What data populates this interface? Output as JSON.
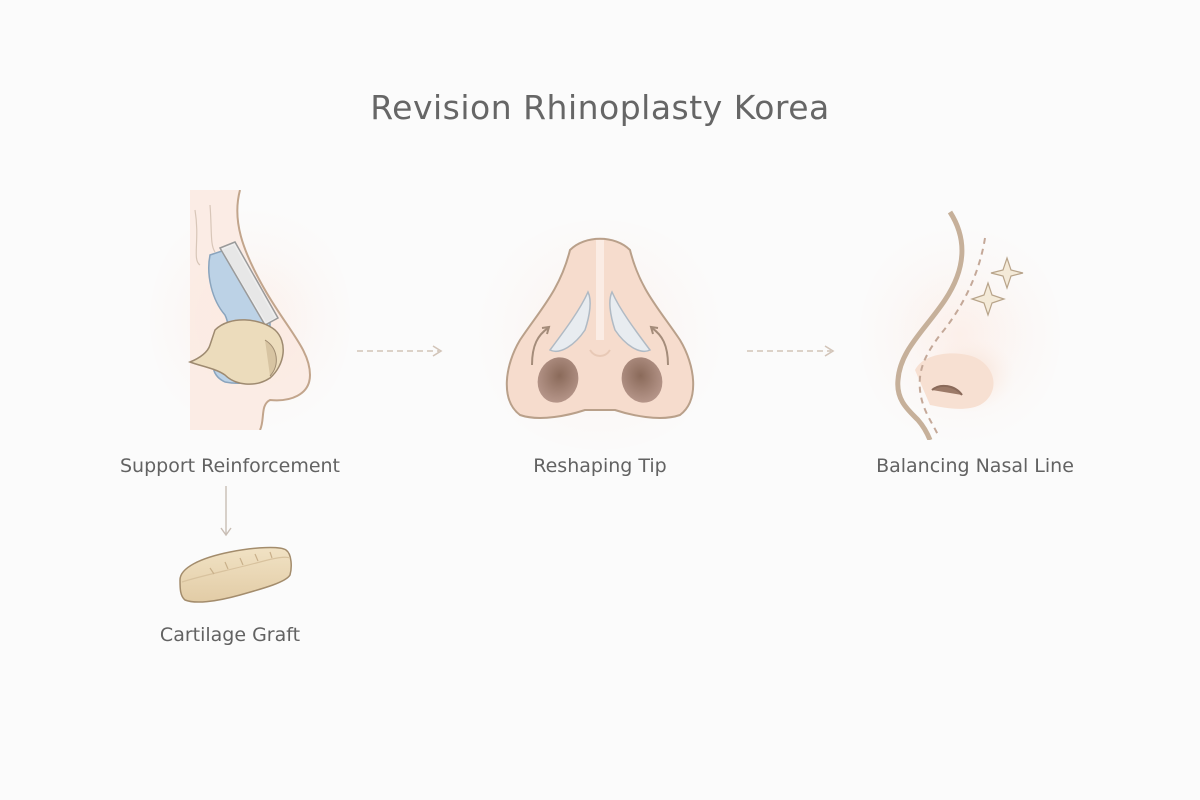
{
  "title": "Revision Rhinoplasty Korea",
  "steps": [
    {
      "label": "Support Reinforcement",
      "icon": "nose-profile-with-support-graft"
    },
    {
      "label": "Reshaping Tip",
      "icon": "nose-front-view-with-tip-grafts"
    },
    {
      "label": "Balancing Nasal Line",
      "icon": "nose-profile-with-dashed-line-and-sparkles"
    }
  ],
  "sub_step": {
    "label": "Cartilage Graft",
    "icon": "cartilage-graft-block"
  },
  "connectors": [
    {
      "from": "Support Reinforcement",
      "to": "Reshaping Tip",
      "style": "dashed-arrow-right"
    },
    {
      "from": "Reshaping Tip",
      "to": "Balancing Nasal Line",
      "style": "dashed-arrow-right"
    },
    {
      "from": "Support Reinforcement",
      "to": "Cartilage Graft",
      "style": "solid-arrow-down"
    }
  ],
  "colors": {
    "background": "#fbfbfb",
    "text": "#646464",
    "skin": "#f6dccd",
    "skin_outline": "#b49a80",
    "graft_blue": "#b9cfe3",
    "cartilage": "#ead7b4",
    "arrow": "#d2c4b8"
  }
}
